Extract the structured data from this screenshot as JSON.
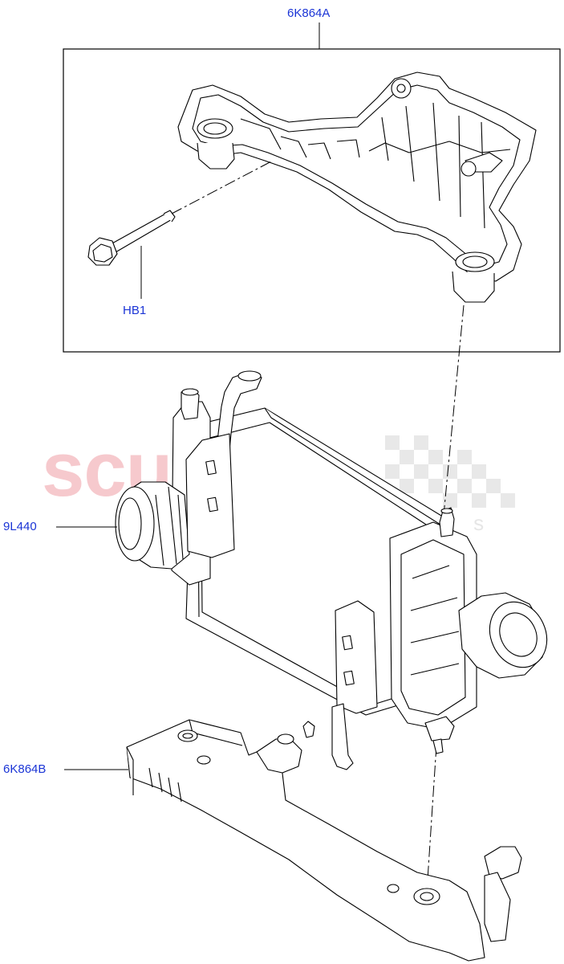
{
  "watermark": {
    "main": "scuderia",
    "sub": "car parts"
  },
  "callouts": [
    {
      "id": "6k864a",
      "label": "6K864A"
    },
    {
      "id": "hb1",
      "label": "HB1"
    },
    {
      "id": "9l440",
      "label": "9L440"
    },
    {
      "id": "6k864b",
      "label": "6K864B"
    }
  ],
  "colors": {
    "label": "#1b35d6",
    "line": "#000000",
    "watermark": "#f6c9cd"
  }
}
